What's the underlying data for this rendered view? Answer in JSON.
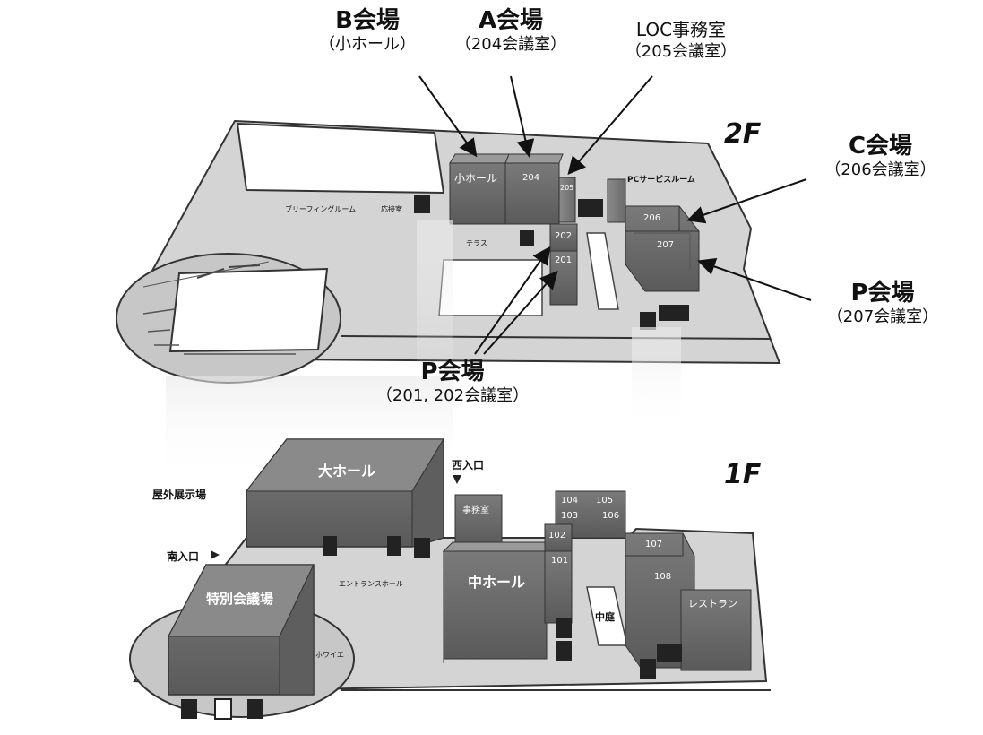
{
  "floor2": {
    "label": "2F",
    "callouts": [
      {
        "title": "B会場",
        "sub": "（小ホール）"
      },
      {
        "title": "A会場",
        "sub": "（204会議室）"
      },
      {
        "title": "LOC事務室",
        "sub": "（205会議室）"
      },
      {
        "title": "C会場",
        "sub": "（206会議室）"
      },
      {
        "title": "P会場",
        "sub": "（207会議室）"
      },
      {
        "title": "P会場",
        "sub": "（201, 202会議室）"
      }
    ],
    "rooms": [
      "小ホール",
      "204",
      "205",
      "206",
      "207",
      "202",
      "201"
    ],
    "labels": {
      "pc_service": "PCサービスルーム",
      "briefing": "ブリーフィングルーム",
      "reception": "応接室",
      "terrace": "テラス"
    }
  },
  "floor1": {
    "label": "1F",
    "rooms": [
      "大ホール",
      "事務室",
      "104",
      "105",
      "103",
      "106",
      "102",
      "101",
      "中ホール",
      "107",
      "108",
      "レストラン",
      "特別会議場",
      "中庭"
    ],
    "labels": {
      "outdoor": "屋外展示場",
      "west_entrance": "西入口",
      "south_entrance": "南入口",
      "entrance_hall": "エントランスホール",
      "foyer": "ホワイエ"
    }
  }
}
